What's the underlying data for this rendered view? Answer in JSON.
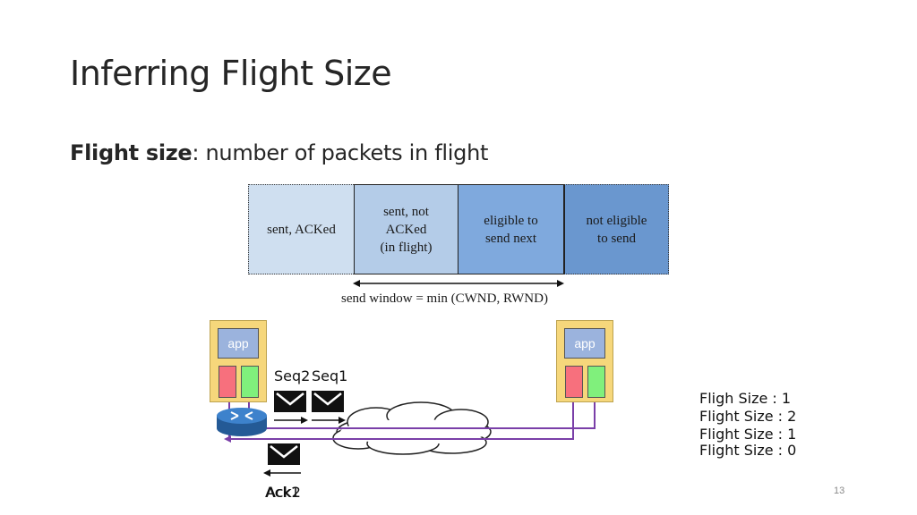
{
  "slide": {
    "title": "Inferring Flight Size",
    "subtitle_bold": "Flight size",
    "subtitle_rest": ": number of packets in flight",
    "page_number": "13"
  },
  "window": {
    "segments": [
      {
        "lines": [
          "sent, ACKed"
        ]
      },
      {
        "lines": [
          "sent, not",
          "ACKed",
          "(in flight)"
        ]
      },
      {
        "lines": [
          "eligible to",
          "send next"
        ]
      },
      {
        "lines": [
          "not eligible",
          "to send"
        ]
      }
    ],
    "send_window_label": "send window = min (CWND, RWND)"
  },
  "hosts": {
    "left_app": "app",
    "right_app": "app"
  },
  "packets": {
    "seq2": "Seq2",
    "seq1": "Seq1",
    "ack_overlap_a": "Ack1",
    "ack_overlap_b": "Ack2"
  },
  "flight_sizes": [
    "Fligh Size : 1",
    "Flight Size : 2",
    "Flight Size : 1",
    "Flight Size : 0"
  ],
  "colors": {
    "wire": "#7a3fa8",
    "router": "#2f6fb5",
    "host_fill": "#f6d77b"
  }
}
